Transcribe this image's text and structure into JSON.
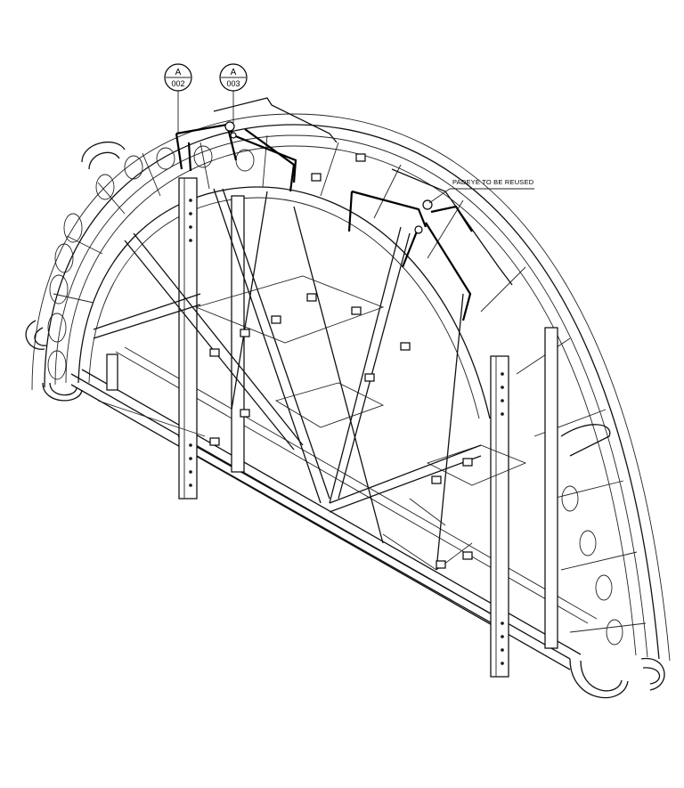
{
  "callouts": [
    {
      "letter": "A",
      "number": "002"
    },
    {
      "letter": "A",
      "number": "003"
    }
  ],
  "note": {
    "text": "PADEYE TO BE REUSED"
  },
  "colors": {
    "line": "#000000",
    "background": "#ffffff"
  }
}
